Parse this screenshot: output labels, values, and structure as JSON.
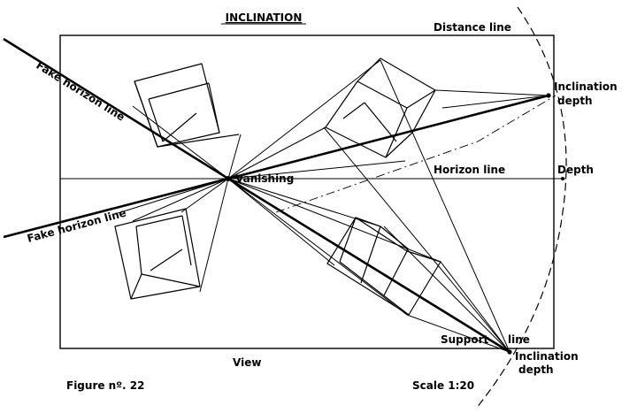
{
  "title": "INCLINATION",
  "labels": {
    "distance_line": "Distance line",
    "fake_horizon_upper": "Fake horizon line",
    "fake_horizon_lower": "Fake horizon line",
    "horizon_line": "Horizon line",
    "depth": "Depth",
    "vanishing": "Vanishing",
    "inclination_depth_upper_1": "Inclination",
    "inclination_depth_upper_2": "depth",
    "inclination_depth_lower_1": "Inclination",
    "inclination_depth_lower_2": "depth",
    "support_line": "Support",
    "support_line_2": "line",
    "view": "View"
  },
  "footer": {
    "figure": "Figure nº. 22",
    "scale": "Scale 1:20"
  }
}
